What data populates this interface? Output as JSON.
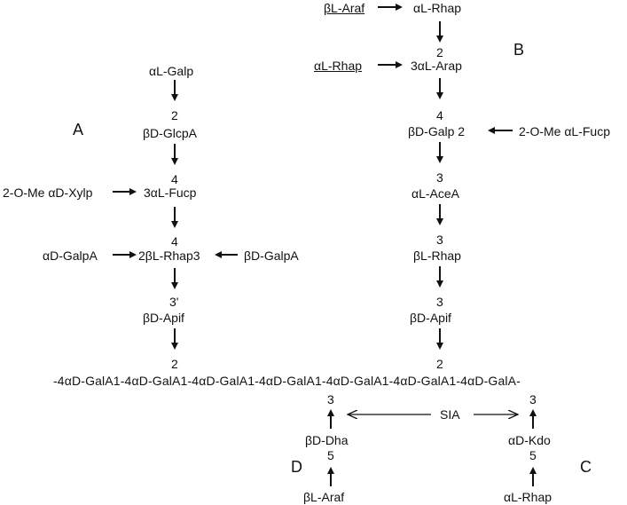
{
  "labels": {
    "A": "A",
    "B": "B",
    "C": "C",
    "D": "D",
    "sia": "SIA",
    "backbone": "-4αD-GalA1-4αD-GalA1-4αD-GalA1-4αD-GalA1-4αD-GalA1-4αD-GalA1-4αD-GalA-"
  },
  "chainA": {
    "n1": "αL-Galp",
    "l1": "2",
    "n2": "βD-GlcpA",
    "l2": "4",
    "n3": "3αL-Fucp",
    "side3": "2-O-Me αD-Xylp",
    "l3": "4",
    "n4": "2βL-Rhap3",
    "side4_left": "αD-GalpA",
    "side4_right": "βD-GalpA",
    "l4": "3'",
    "n5": "βD-Apif",
    "l5": "2"
  },
  "chainB": {
    "top_side": "βL-Araf",
    "n1": "αL-Rhap",
    "l1": "2",
    "side2": "αL-Rhap",
    "n2": "3αL-Arap",
    "l2": "4",
    "n3": "βD-Galp 2",
    "side3": "2-O-Me αL-Fucp",
    "l3": "3",
    "n4": "αL-AceA",
    "l4": "3",
    "n5": "βL-Rhap",
    "l5": "3",
    "n6": "βD-Apif",
    "l6": "2"
  },
  "chainD": {
    "l1": "3",
    "n1": "βD-Dha",
    "l2": "5",
    "n2": "βL-Araf"
  },
  "chainC": {
    "l1": "3",
    "n1": "αD-Kdo",
    "l2": "5",
    "n2": "αL-Rhap"
  }
}
